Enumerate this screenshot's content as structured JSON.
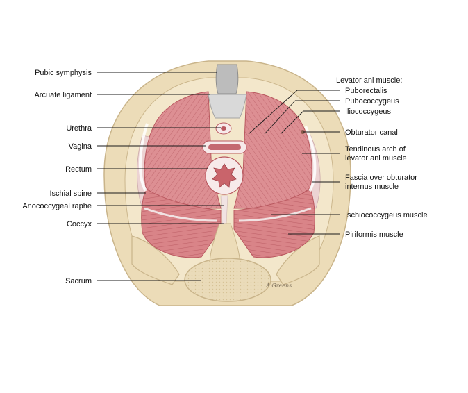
{
  "colors": {
    "background": "#ffffff",
    "bone": "#ecdcb8",
    "bone_edge": "#c9b48a",
    "muscle": "#dd8f93",
    "muscle_dark": "#b9585f",
    "fascia": "#ecd3d3",
    "ligament": "#bcbcbc",
    "label": "#111111"
  },
  "labels": {
    "left": {
      "pubic_symphysis": "Pubic symphysis",
      "arcuate_ligament": "Arcuate ligament",
      "urethra": "Urethra",
      "vagina": "Vagina",
      "rectum": "Rectum",
      "ischial_spine": "Ischial spine",
      "anococcygeal_raphe": "Anococcygeal raphe",
      "coccyx": "Coccyx",
      "sacrum": "Sacrum"
    },
    "right": {
      "levator_ani": "Levator ani muscle:",
      "puborectalis": "Puborectalis",
      "pubococcygeus": "Pubococcygeus",
      "iliococcygeus": "Iliococcygeus",
      "obturator_canal": "Obturator canal",
      "tendinous_arch_1": "Tendinous arch of",
      "tendinous_arch_2": "levator ani muscle",
      "fascia_obturator_1": "Fascia over obturator",
      "fascia_obturator_2": "internus muscle",
      "ischiococcygeus": "Ischiococcygeus muscle",
      "piriformis": "Piriformis muscle"
    }
  },
  "signature": "A.Greens"
}
